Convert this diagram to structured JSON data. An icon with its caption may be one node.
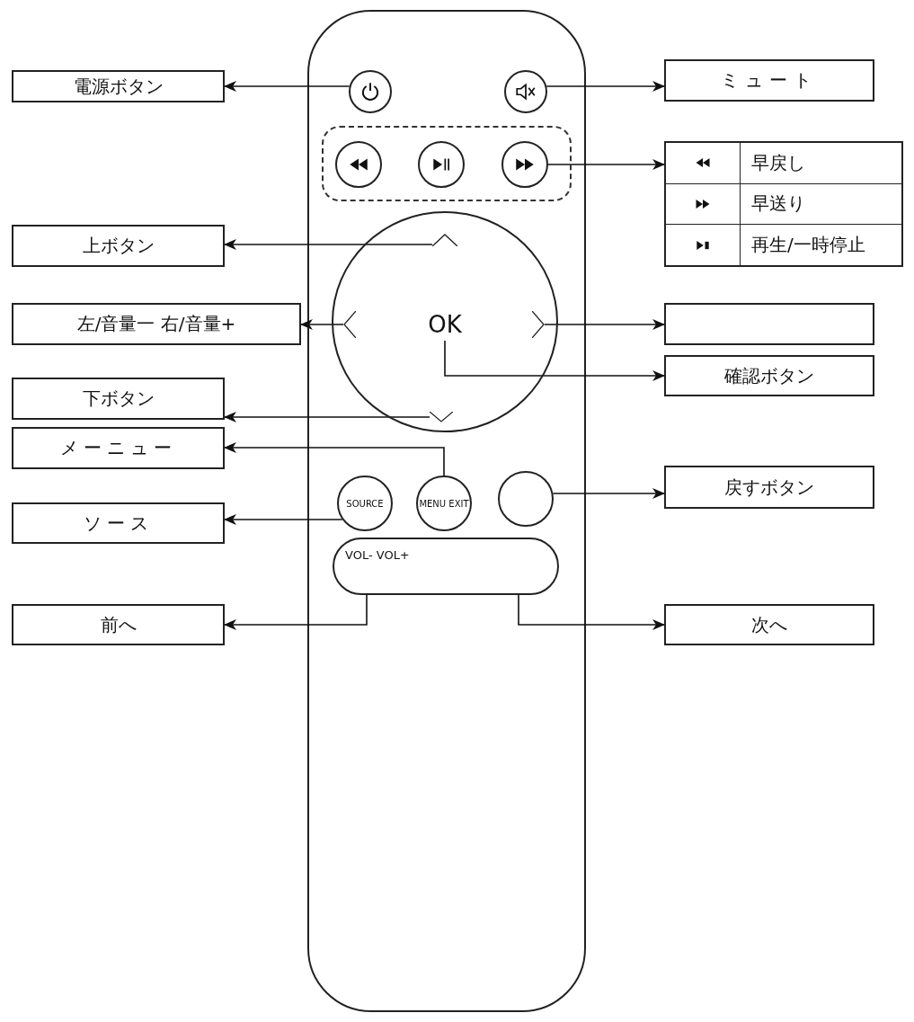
{
  "diagram": {
    "nodes": [
      {
        "text": [
          "電源ボタン"
        ]
      },
      {
        "text": [],
        "shape": "circle"
      },
      {
        "text": [],
        "shape": "circle"
      },
      {
        "text": [
          "ミュート"
        ]
      },
      {
        "text": [],
        "shape": "box"
      },
      {
        "text": [],
        "shape": "circle",
        "in": 4
      },
      {
        "text": [],
        "shape": "circle",
        "in": 4
      },
      {
        "text": [],
        "shape": "circle",
        "in": 4
      },
      {
        "text": [
          "早戻し",
          "早送り",
          "再生/一時停止"
        ]
      },
      {
        "text": [
          "上ボタン"
        ]
      },
      {
        "text": [],
        "shape": "circle"
      },
      {
        "text": [],
        "shape": "chevron",
        "in": 10
      },
      {
        "text": [
          "左/音量一 右/音量+"
        ]
      },
      {
        "text": [],
        "shape": "chevron",
        "in": 10
      },
      {
        "text": [
          "OK"
        ],
        "in": 10
      },
      {
        "text": [],
        "shape": "chevron",
        "in": 10
      },
      {
        "text": [],
        "shape": "box"
      },
      {
        "text": [
          "確認ボタン"
        ]
      },
      {
        "text": [
          "下ボタン"
        ]
      },
      {
        "text": [],
        "shape": "chevron",
        "in": 10
      },
      {
        "text": [
          "メーニュー"
        ]
      },
      {
        "text": [
          "ソース"
        ]
      },
      {
        "text": [
          "SOURCE"
        ]
      },
      {
        "text": [
          "MENU EXIT"
        ]
      },
      {
        "text": [],
        "shape": "circle"
      },
      {
        "text": [
          "戻すボタン"
        ]
      },
      {
        "text": [
          "VOL- VOL+"
        ]
      },
      {
        "text": [
          "前へ"
        ]
      },
      {
        "text": [
          "次へ"
        ]
      }
    ],
    "edges": [
      {
        "from": 1,
        "to": 0,
        "arrow": "to"
      },
      {
        "from": 2,
        "to": 3,
        "arrow": "to"
      },
      {
        "from": 7,
        "to": 8,
        "arrow": "to"
      },
      {
        "from": 11,
        "to": 9,
        "arrow": "to"
      },
      {
        "from": 13,
        "to": 12,
        "arrow": "to"
      },
      {
        "from": 15,
        "to": 16,
        "arrow": "to"
      },
      {
        "from": 14,
        "to": 17,
        "arrow": "to"
      },
      {
        "from": 19,
        "to": 18,
        "arrow": "to"
      },
      {
        "from": 23,
        "to": 20,
        "arrow": "to"
      },
      {
        "from": 22,
        "to": 21,
        "arrow": "to"
      },
      {
        "from": 24,
        "to": 25,
        "arrow": "to"
      },
      {
        "from": 26,
        "to": 27,
        "arrow": "to"
      },
      {
        "from": 26,
        "to": 28,
        "arrow": "to"
      }
    ]
  }
}
